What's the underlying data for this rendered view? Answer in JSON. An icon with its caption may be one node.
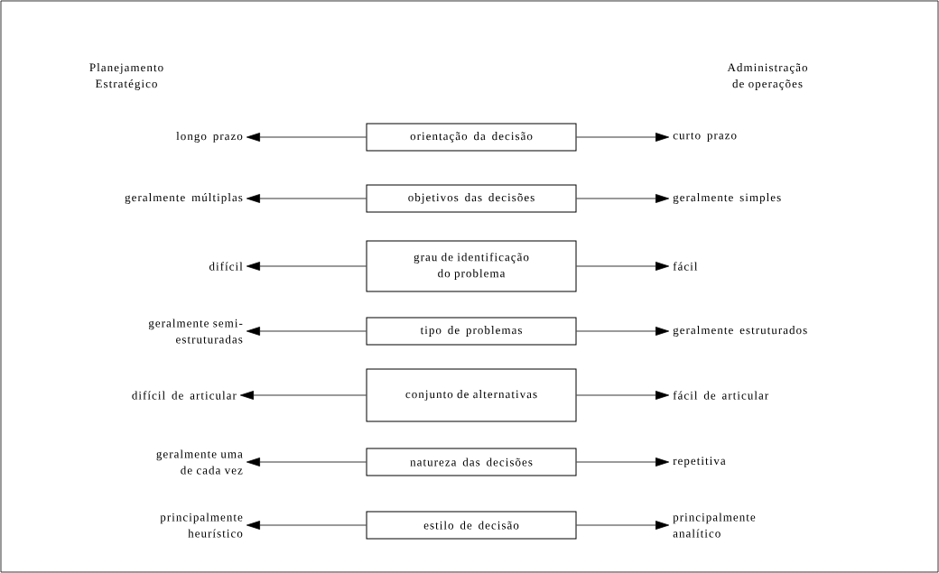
{
  "diagram": {
    "nodes": [
      {
        "text": [
          "longo prazo"
        ]
      },
      {
        "text": [
          "orientação da decisão"
        ]
      },
      {
        "text": [
          "curto prazo"
        ]
      },
      {
        "text": [
          "geralmente múltiplas"
        ]
      },
      {
        "text": [
          "objetivos das decisões"
        ]
      },
      {
        "text": [
          "geralmente simples"
        ]
      },
      {
        "text": [
          "difícil"
        ]
      },
      {
        "text": [
          "grau de identificação do problema"
        ]
      },
      {
        "text": [
          "fácil"
        ]
      },
      {
        "text": [
          "geralmente semi-estruturadas"
        ]
      },
      {
        "text": [
          "tipo de problemas"
        ]
      },
      {
        "text": [
          "geralmente estruturados"
        ]
      },
      {
        "text": [
          "difícil de articular"
        ]
      },
      {
        "text": [
          "conjunto de alternativas"
        ]
      },
      {
        "text": [
          "fácil de articular"
        ]
      },
      {
        "text": [
          "geralmente uma de cada vez"
        ]
      },
      {
        "text": [
          "natureza das decisões"
        ]
      },
      {
        "text": [
          "repetitiva"
        ]
      },
      {
        "text": [
          "principalmente heurístico"
        ]
      },
      {
        "text": [
          "estilo de decisão"
        ]
      },
      {
        "text": [
          "principalmente analítico"
        ]
      }
    ],
    "edges": [
      {
        "from": 1,
        "to": 0,
        "arrow": "to"
      },
      {
        "from": 1,
        "to": 2,
        "arrow": "to"
      },
      {
        "from": 4,
        "to": 3,
        "arrow": "to"
      },
      {
        "from": 4,
        "to": 5,
        "arrow": "to"
      },
      {
        "from": 7,
        "to": 6,
        "arrow": "to"
      },
      {
        "from": 7,
        "to": 8,
        "arrow": "to"
      },
      {
        "from": 10,
        "to": 9,
        "arrow": "to"
      },
      {
        "from": 10,
        "to": 11,
        "arrow": "to"
      },
      {
        "from": 13,
        "to": 12,
        "arrow": "to"
      },
      {
        "from": 13,
        "to": 14,
        "arrow": "to"
      },
      {
        "from": 16,
        "to": 15,
        "arrow": "to"
      },
      {
        "from": 16,
        "to": 17,
        "arrow": "to"
      },
      {
        "from": 19,
        "to": 18,
        "arrow": "to"
      },
      {
        "from": 19,
        "to": 20,
        "arrow": "to"
      }
    ],
    "labels": [
      "Planejamento Estratégico",
      "Administração de operações"
    ]
  }
}
